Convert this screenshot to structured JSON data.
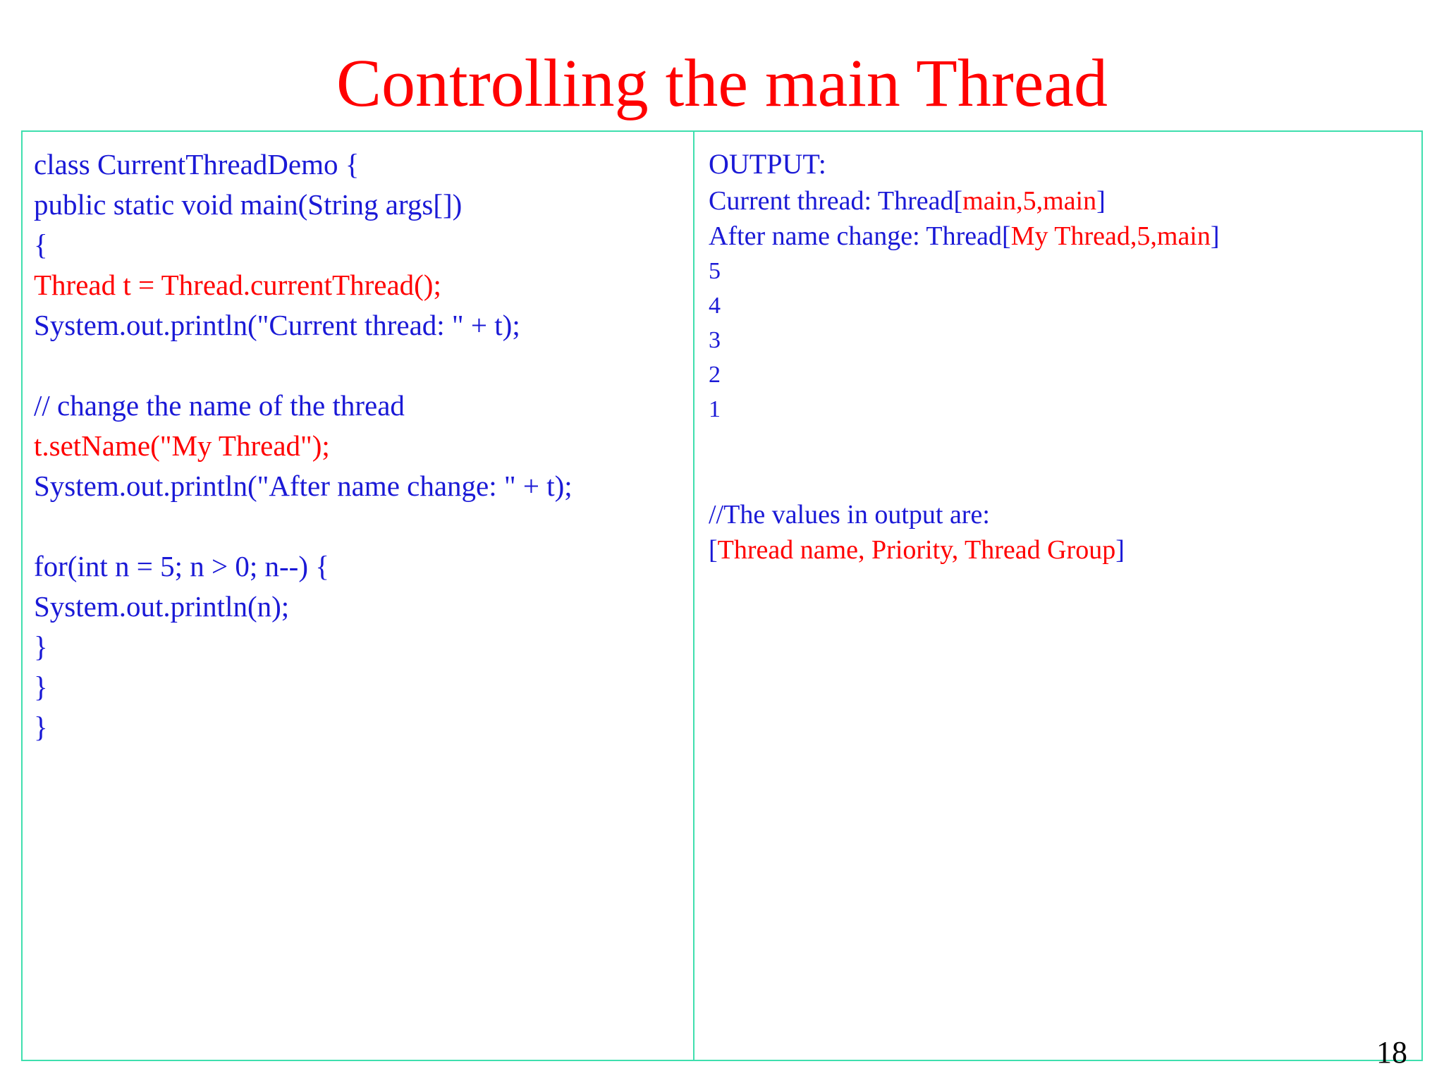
{
  "slide": {
    "title": "Controlling the main Thread",
    "title_color": "#ff0000",
    "page_number": "18",
    "border_color": "#3fdfae",
    "code_color": "#1a19d6",
    "highlight_color": "#ff0000"
  },
  "code_panel": {
    "lines": [
      {
        "text": "class CurrentThreadDemo {",
        "color": "blue"
      },
      {
        "text": "public static void main(String args[])",
        "color": "blue"
      },
      {
        "text": "{",
        "color": "blue"
      },
      {
        "text": "Thread t = Thread.currentThread();",
        "color": "red"
      },
      {
        "text": "System.out.println(\"Current thread: \" + t);",
        "color": "blue"
      },
      {
        "text": "",
        "color": "blank"
      },
      {
        "text": "// change the name of the thread",
        "color": "blue"
      },
      {
        "text": "t.setName(\"My Thread\");",
        "color": "red"
      },
      {
        "text": "System.out.println(\"After name change: \" + t);",
        "color": "blue"
      },
      {
        "text": "",
        "color": "blank"
      },
      {
        "text": "for(int n = 5; n > 0; n--) {",
        "color": "blue"
      },
      {
        "text": "System.out.println(n);",
        "color": "blue"
      },
      {
        "text": "}",
        "color": "blue"
      },
      {
        "text": "}",
        "color": "blue"
      },
      {
        "text": "}",
        "color": "blue"
      }
    ]
  },
  "output_panel": {
    "heading": "OUTPUT:",
    "line_current_thread_prefix": "Current thread: Thread[",
    "line_current_thread_value": "main,5,main",
    "line_current_thread_suffix": "]",
    "line_after_change_prefix": "After name change: Thread[",
    "line_after_change_value": "My Thread,5,main",
    "line_after_change_suffix": "]",
    "countdown": [
      "5",
      "4",
      "3",
      "2",
      "1"
    ],
    "note_comment": "//The values in output are:",
    "note_bracket_open": "[",
    "note_values": "Thread name, Priority, Thread Group",
    "note_bracket_close": "]"
  }
}
